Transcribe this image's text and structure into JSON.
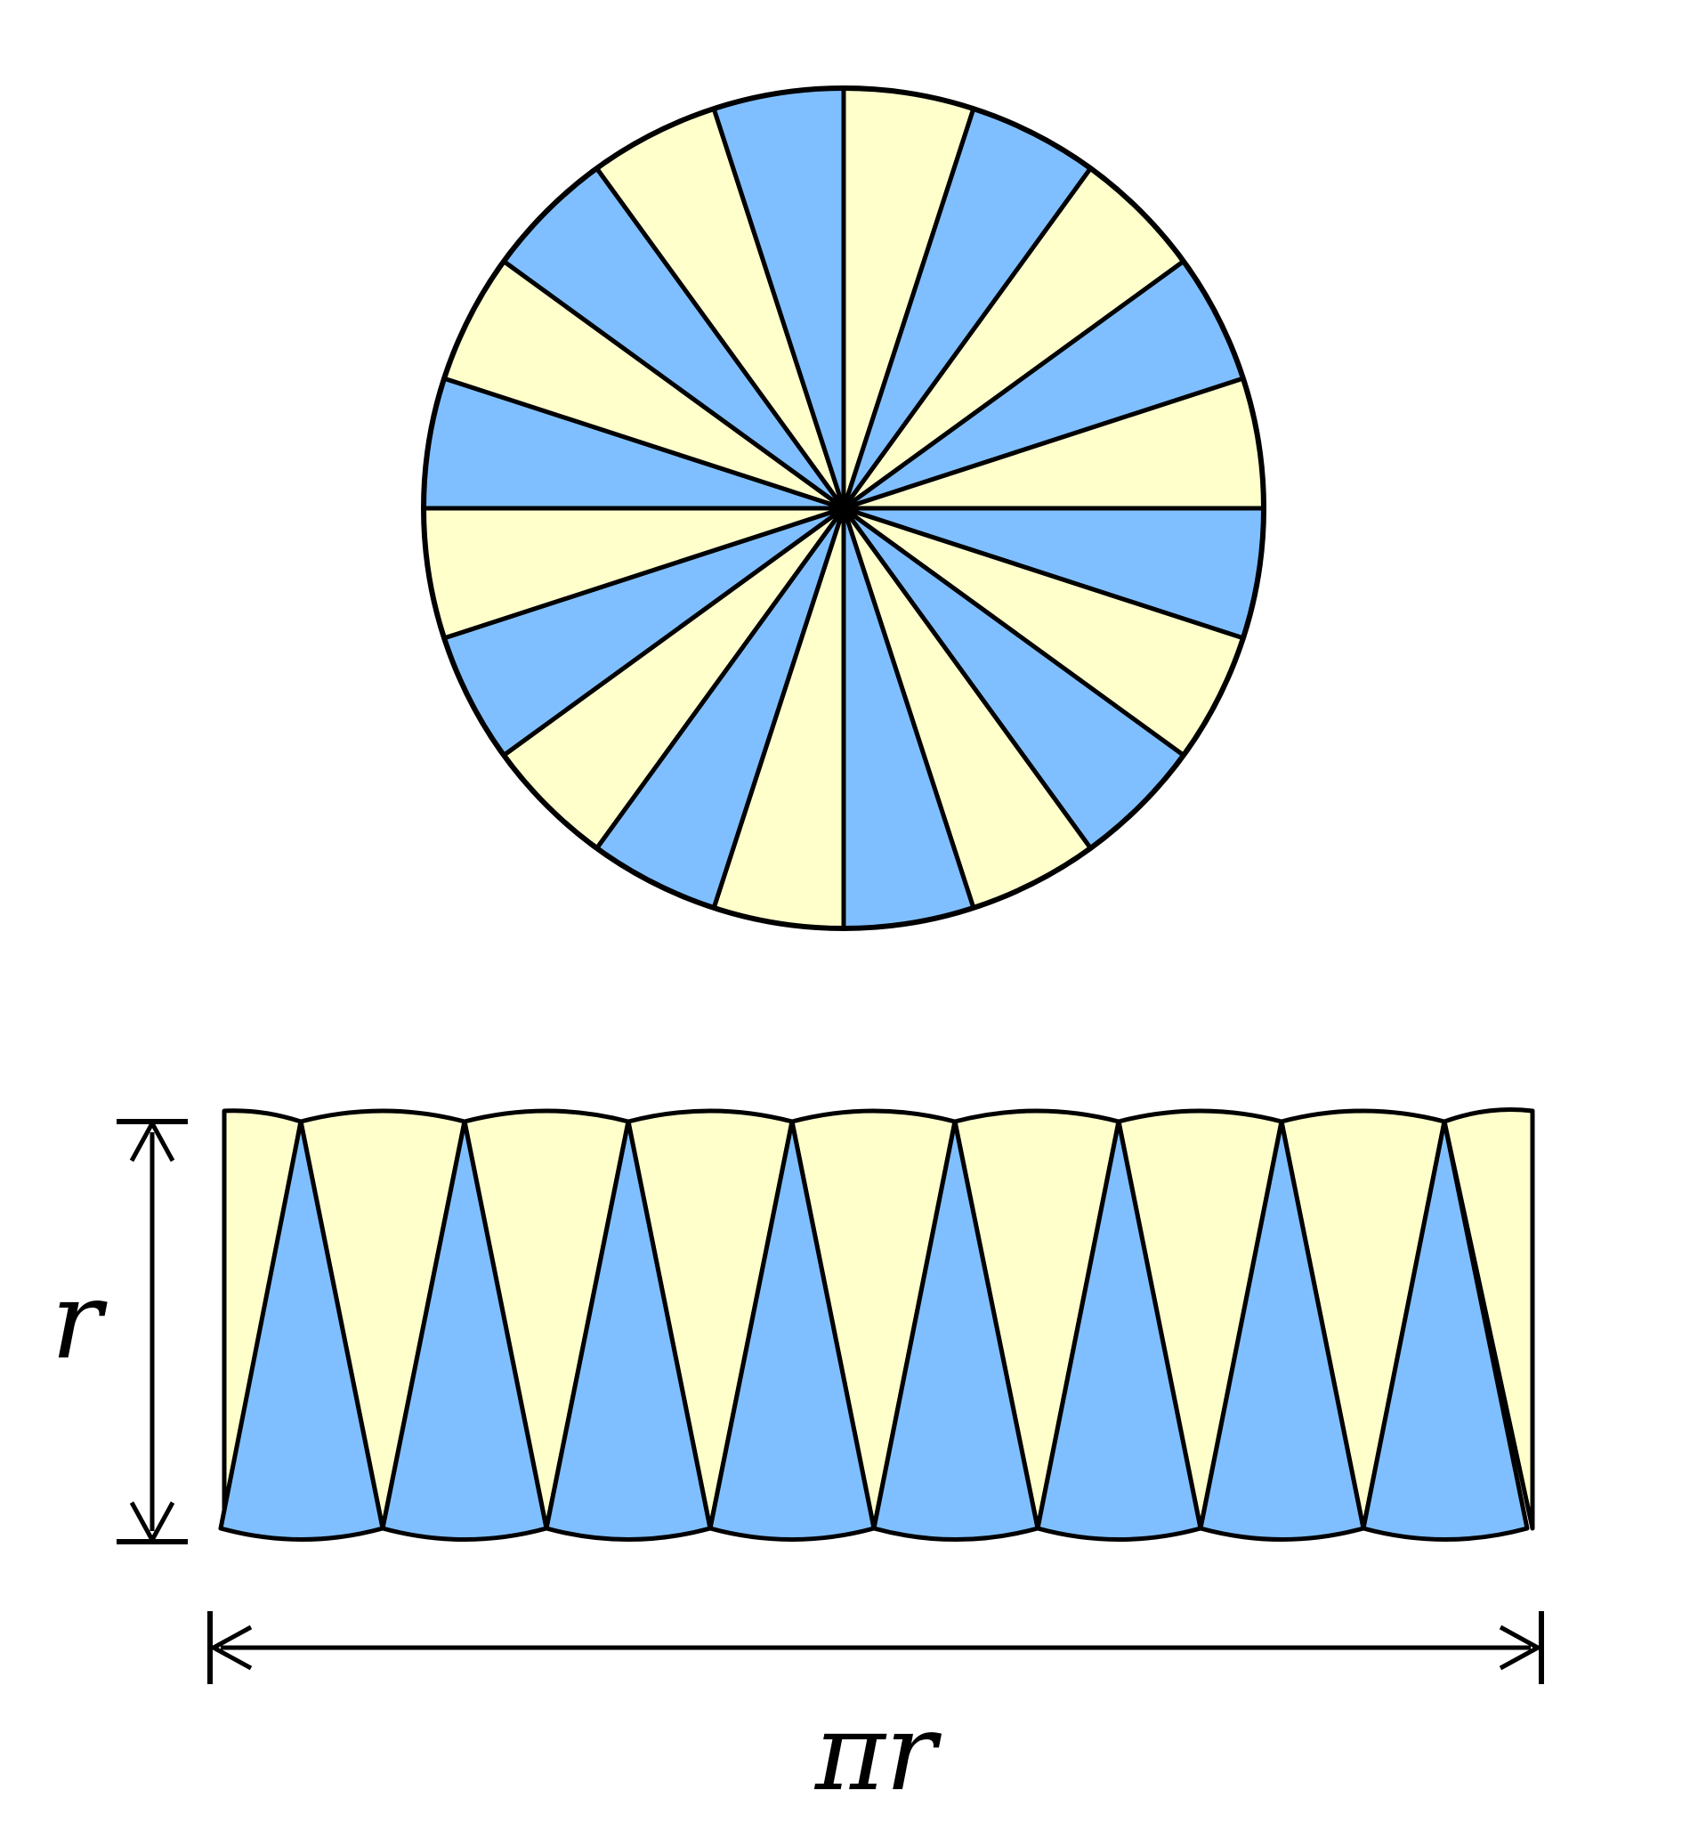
{
  "colors": {
    "yellow": "#FFFFCC",
    "blue": "#80BFFF",
    "stroke": "#000000"
  },
  "circle": {
    "sectors": 20,
    "first_color": "yellow"
  },
  "strip": {
    "top_row": 9,
    "bottom_row": 8,
    "top_color": "yellow",
    "bottom_color": "blue"
  },
  "labels": {
    "height": "r",
    "width": "πr"
  }
}
